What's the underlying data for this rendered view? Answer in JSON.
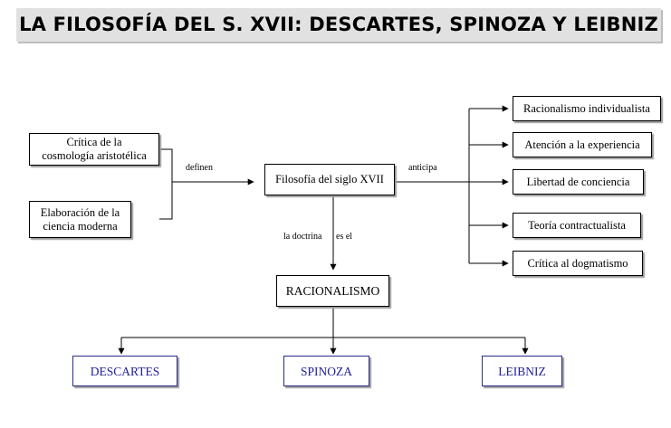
{
  "title": "LA FILOSOFÍA DEL S. XVII: DESCARTES, SPINOZA Y LEIBNIZ",
  "nodes": {
    "critica_cosmologia": "Crítica de la\ncosmología aristotélica",
    "elaboracion_ciencia": "Elaboración de la\nciencia moderna",
    "filosofia_siglo": "Filosofía del siglo XVII",
    "racionalismo": "RACIONALISMO",
    "descartes": "DESCARTES",
    "spinoza": "SPINOZA",
    "leibniz": "LEIBNIZ",
    "racionalismo_individualista": "Racionalismo individualista",
    "atencion_experiencia": "Atención a la experiencia",
    "libertad_conciencia": "Libertad de conciencia",
    "teoria_contractualista": "Teoría contractualista",
    "critica_dogmatismo": "Crítica al dogmatismo"
  },
  "links": {
    "definen": "definen",
    "anticipa": "anticipa",
    "la_doctrina": "la doctrina",
    "es_el": "es el"
  },
  "colors": {
    "title_background": "#e1e1e1",
    "philosopher_border": "#2b2b8c",
    "philosopher_text": "#20209a"
  }
}
